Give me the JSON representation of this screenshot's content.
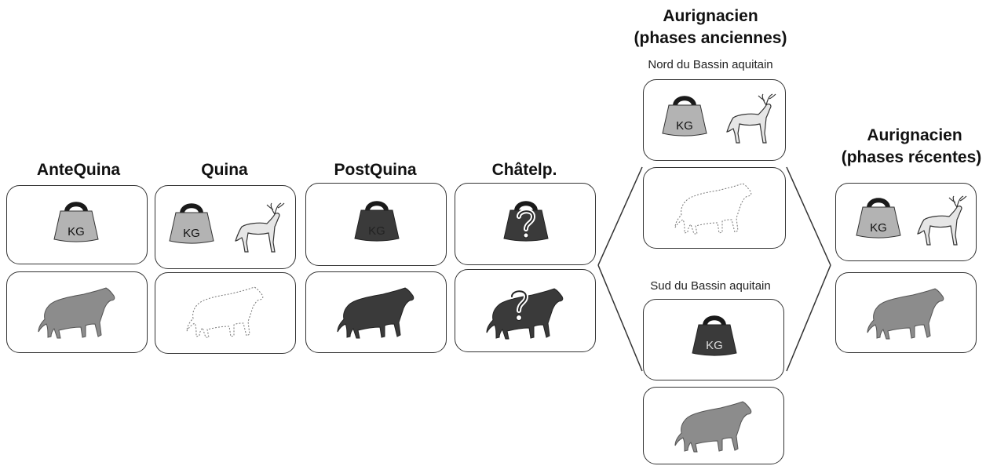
{
  "titles": {
    "antequina": "AnteQuina",
    "quina": "Quina",
    "postquina": "PostQuina",
    "chatelp": "Châtelp.",
    "aur_anc_1": "Aurignacien",
    "aur_anc_2": "(phases anciennes)",
    "aur_rec_1": "Aurignacien",
    "aur_rec_2": "(phases récentes)"
  },
  "subtitles": {
    "north": "Nord du Bassin aquitain",
    "south": "Sud du Bassin aquitain"
  },
  "weight_label": "KG",
  "colors": {
    "light_gray": "#b3b3b3",
    "mid_gray": "#8c8c8c",
    "dark_gray": "#3a3a3a",
    "outline": "#333333"
  },
  "icons": {
    "weight": "weight-icon",
    "reindeer": "reindeer-icon",
    "hyena": "hyena-icon",
    "question": "question-mark-icon"
  }
}
